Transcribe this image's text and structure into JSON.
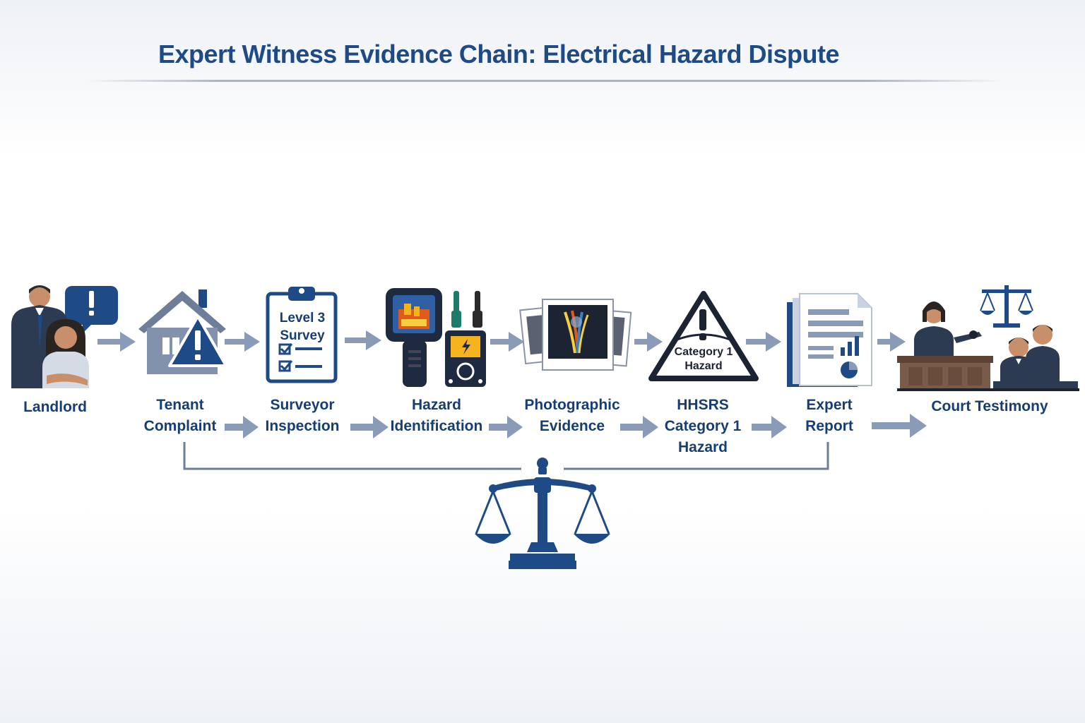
{
  "title": "Expert Witness Evidence Chain: Electrical Hazard Dispute",
  "stages": [
    {
      "label_lines": [
        "Landlord"
      ]
    },
    {
      "label_lines": [
        "Tenant",
        "Complaint"
      ]
    },
    {
      "label_lines": [
        "Surveyor",
        "Inspection"
      ]
    },
    {
      "label_lines": [
        "Hazard",
        "Identification"
      ]
    },
    {
      "label_lines": [
        "Photographic",
        "Evidence"
      ]
    },
    {
      "label_lines": [
        "HHSRS",
        "Category 1",
        "Hazard"
      ]
    },
    {
      "label_lines": [
        "Expert",
        "Report"
      ]
    },
    {
      "label_lines": [
        "Court Testimony"
      ]
    }
  ],
  "clipboard_text": [
    "Level 3",
    "Survey"
  ],
  "hazard_sign_text": [
    "Category 1",
    "Hazard"
  ],
  "colors": {
    "navy": "#1e4a86",
    "dark_navy": "#173e72",
    "arrow": "#8a9bb8",
    "gray_blue": "#6e7e99",
    "alert": "#1f4f8f"
  },
  "icons": [
    "person-pair-icon",
    "house-warning-icon",
    "clipboard-icon",
    "thermal-camera-icon",
    "multimeter-icon",
    "photos-icon",
    "warning-sign-icon",
    "report-icon",
    "courtroom-icon",
    "scales-of-justice-icon"
  ]
}
